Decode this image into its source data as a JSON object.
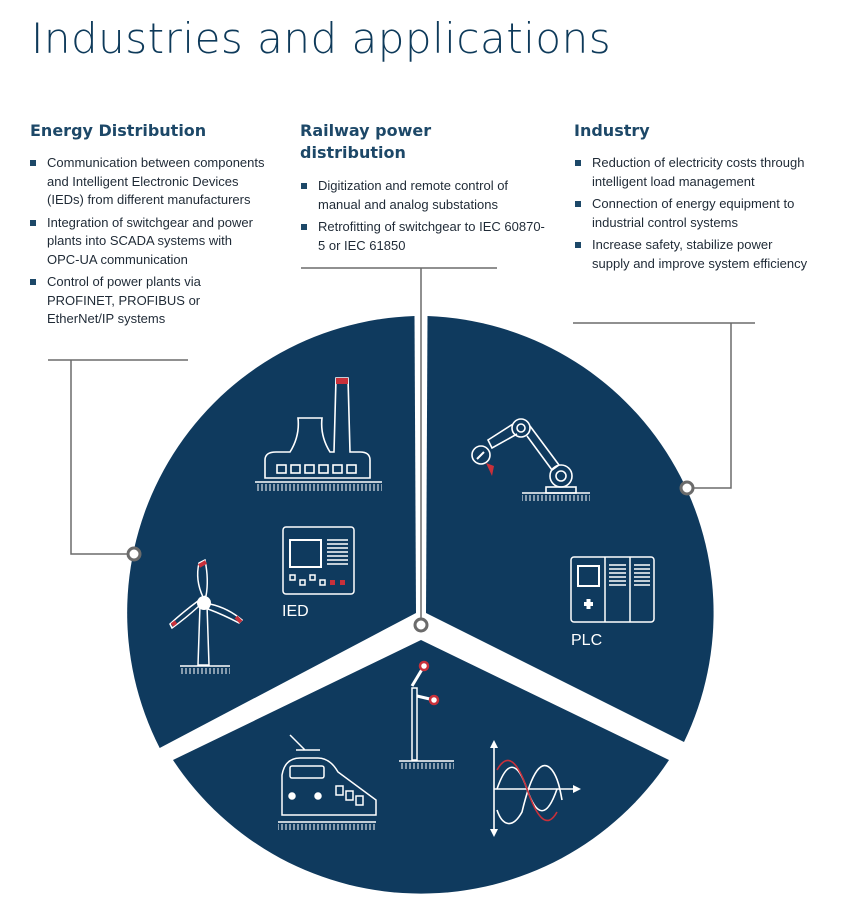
{
  "title": "Industries and applications",
  "colors": {
    "navy": "#0f3a5e",
    "accent_red": "#c8303a",
    "leader_line": "#6b6b6b",
    "heading": "#1d4868"
  },
  "sections": {
    "energy": {
      "heading": "Energy Distribution",
      "items": [
        "Communication between components and Intelligent Electronic Devices (IEDs) from different manufacturers",
        "Integration of switchgear and power plants into SCADA systems with OPC-UA communication",
        "Control of power plants via PROFINET, PROFIBUS or EtherNet/IP systems"
      ]
    },
    "railway": {
      "heading_line1": "Railway power",
      "heading_line2": "distribution",
      "items": [
        "Digitization and remote control of manual and analog substations",
        "Retrofitting of switchgear to IEC 60870-5 or IEC 61850"
      ]
    },
    "industry": {
      "heading": "Industry",
      "items": [
        "Reduction of electricity costs through intelligent load management",
        "Connection of energy equipment to industrial control systems",
        "Increase safety, stabilize power supply and improve system efficiency"
      ]
    }
  },
  "pie_labels": {
    "ied": "IED",
    "plc": "PLC"
  },
  "icons": [
    "power-plant-icon",
    "wind-turbine-icon",
    "ied-device-icon",
    "robot-arm-icon",
    "plc-device-icon",
    "railway-signal-icon",
    "train-icon",
    "sine-wave-icon"
  ]
}
